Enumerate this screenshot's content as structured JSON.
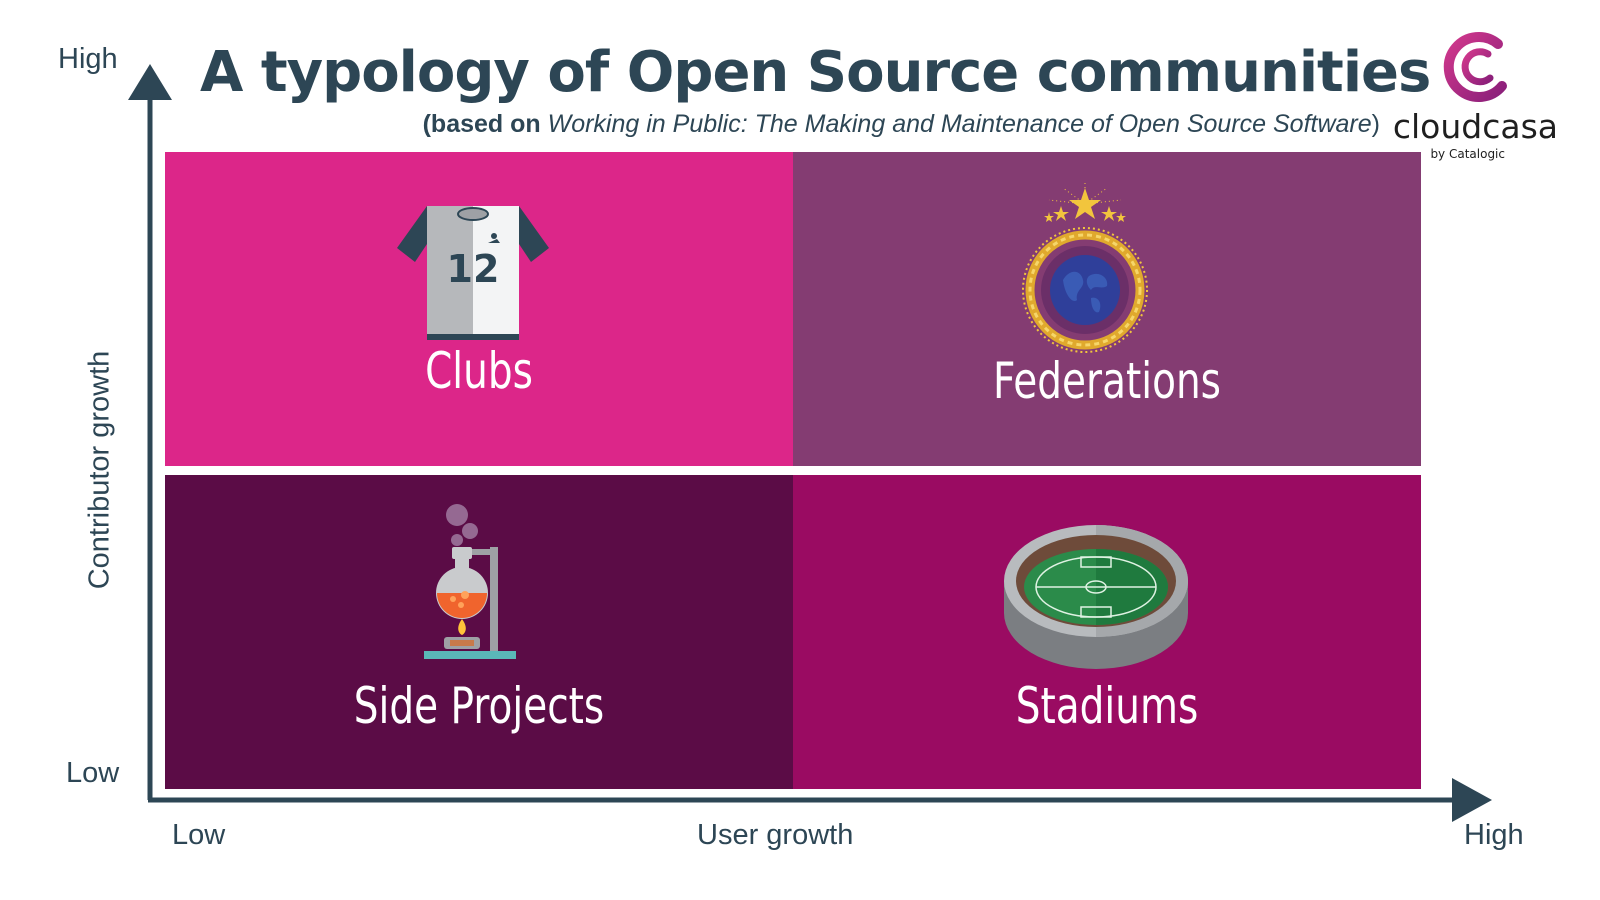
{
  "title": "A typology of Open Source communities",
  "subtitle": {
    "prefix": "(based on ",
    "book": "Working in Public: The Making and Maintenance of Open Source Software",
    "suffix": ")"
  },
  "axes": {
    "y_title": "Contributor growth",
    "y_high": "High",
    "y_low": "Low",
    "x_title": "User growth",
    "x_low": "Low",
    "x_high": "High"
  },
  "quadrants": [
    {
      "label": "Clubs",
      "icon": "jersey-icon",
      "color": "#dc2689",
      "jersey_number": "12"
    },
    {
      "label": "Federations",
      "icon": "globe-emblem-icon",
      "color": "#843c72"
    },
    {
      "label": "Side Projects",
      "icon": "lab-flask-icon",
      "color": "#5b0c46"
    },
    {
      "label": "Stadiums",
      "icon": "stadium-icon",
      "color": "#9a0b62"
    }
  ],
  "logo": {
    "name": "cloudcasa",
    "byline": "by Catalogic",
    "color": "#a3268c"
  },
  "colors": {
    "axis": "#2d4655",
    "text": "#2d4655"
  }
}
